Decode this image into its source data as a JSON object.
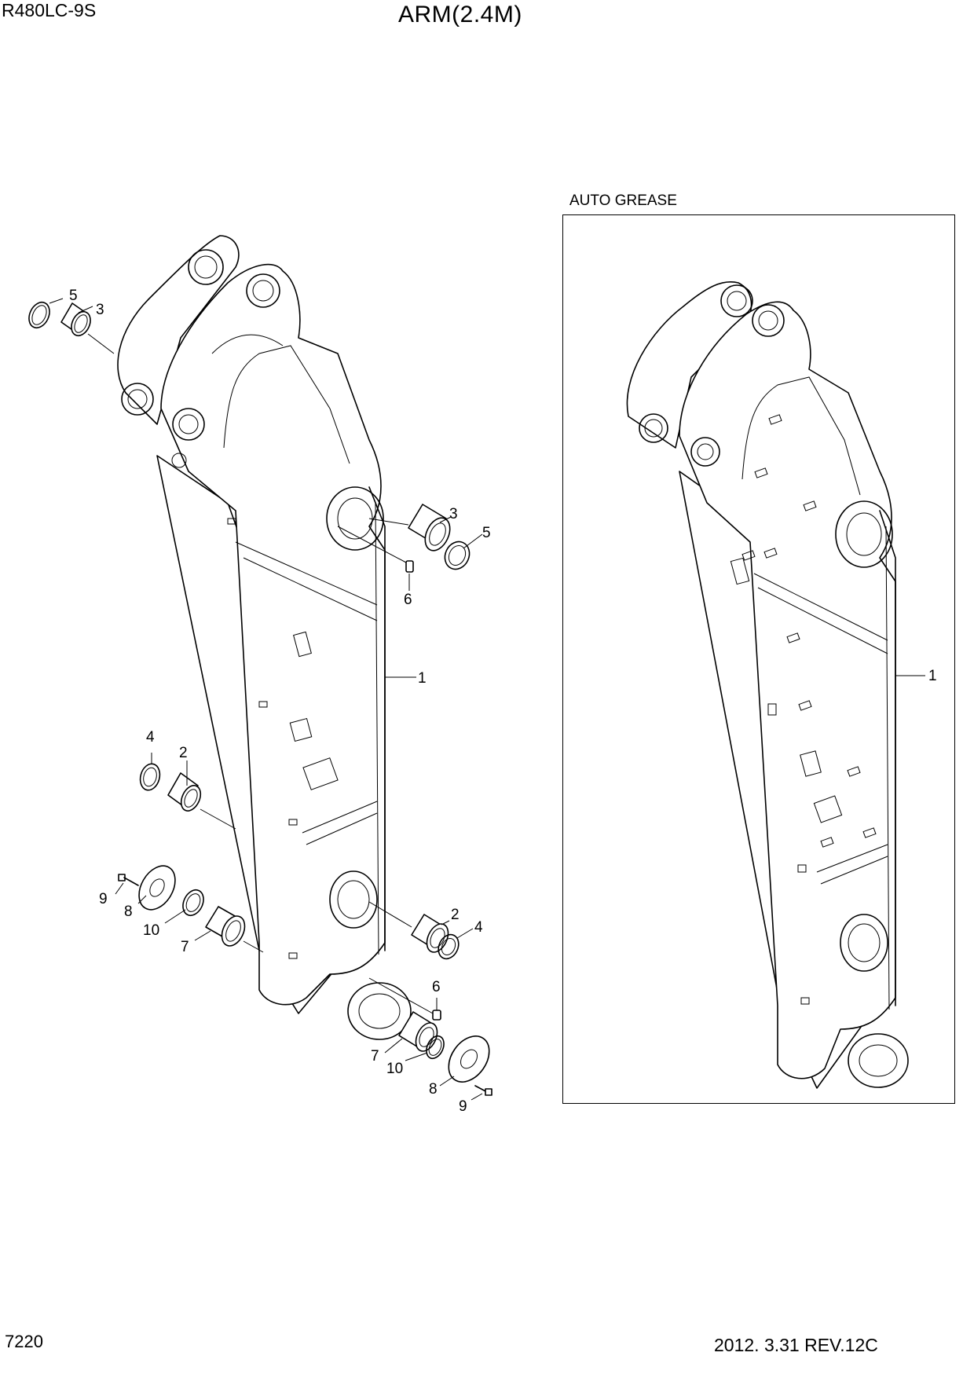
{
  "header": {
    "model": "R480LC-9S",
    "title": "ARM(2.4M)"
  },
  "inset": {
    "label": "AUTO GREASE"
  },
  "footer": {
    "page_number": "7220",
    "revision": "2012. 3.31  REV.12C"
  },
  "callouts": {
    "left": {
      "top_ring_5": "5",
      "top_bush_3": "3",
      "mid_bush_3": "3",
      "mid_ring_5": "5",
      "fitting_6_upper": "6",
      "arm_1": "1",
      "ring_4_left": "4",
      "bush_2_left": "2",
      "bolt_9_left": "9",
      "plate_8_left": "8",
      "ring_10_left": "10",
      "bush_7_left": "7",
      "bush_2_right": "2",
      "ring_4_right": "4",
      "fitting_6_lower": "6",
      "bush_7_right": "7",
      "ring_10_right": "10",
      "plate_8_right": "8",
      "bolt_9_right": "9"
    },
    "inset": {
      "arm_1": "1"
    }
  }
}
